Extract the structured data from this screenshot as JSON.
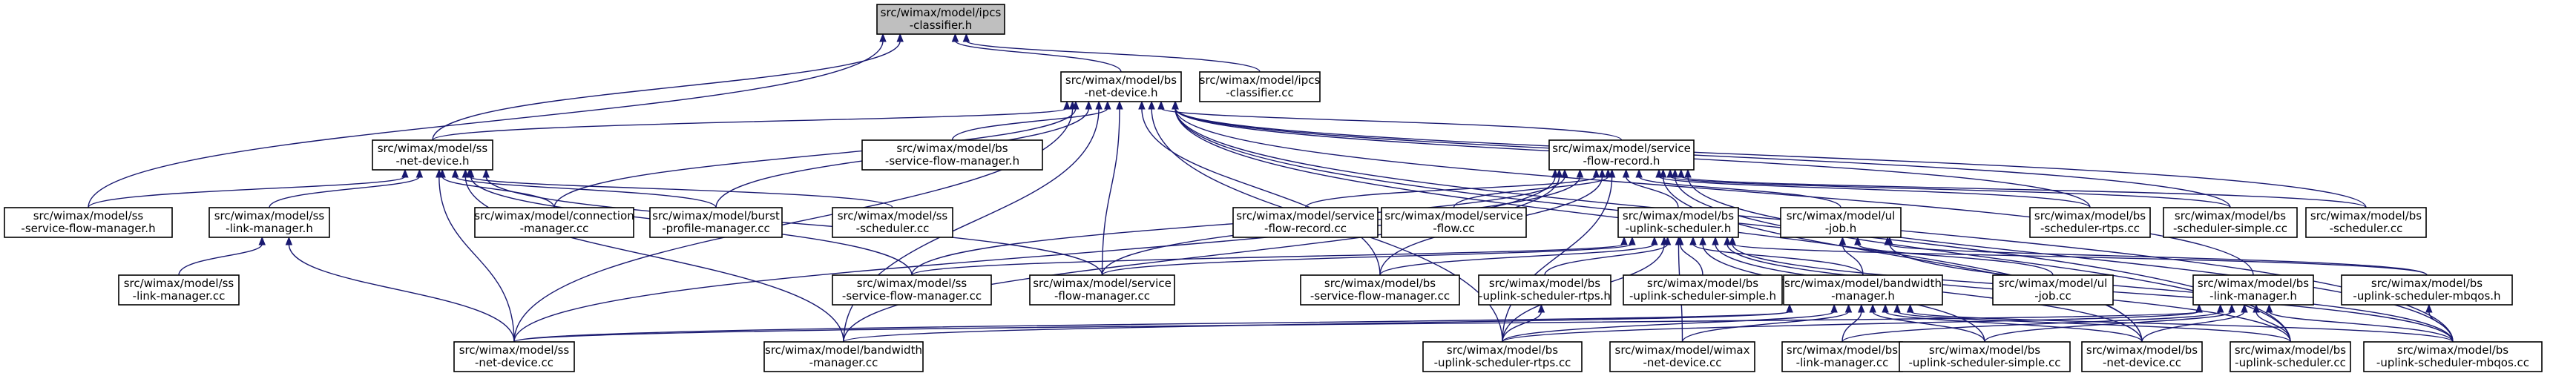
{
  "nodes": [
    {
      "id": "ipcs_h",
      "lines": [
        "src/wimax/model/ipcs",
        "-classifier.h"
      ],
      "root": true
    },
    {
      "id": "bs_net_device_h",
      "lines": [
        "src/wimax/model/bs",
        "-net-device.h"
      ]
    },
    {
      "id": "ipcs_cc",
      "lines": [
        "src/wimax/model/ipcs",
        "-classifier.cc"
      ]
    },
    {
      "id": "ss_net_device_h",
      "lines": [
        "src/wimax/model/ss",
        "-net-device.h"
      ]
    },
    {
      "id": "bs_sfm_h",
      "lines": [
        "src/wimax/model/bs",
        "-service-flow-manager.h"
      ]
    },
    {
      "id": "sf_record_h",
      "lines": [
        "src/wimax/model/service",
        "-flow-record.h"
      ]
    },
    {
      "id": "ss_sfm_h",
      "lines": [
        "src/wimax/model/ss",
        "-service-flow-manager.h"
      ]
    },
    {
      "id": "ss_link_manager_h",
      "lines": [
        "src/wimax/model/ss",
        "-link-manager.h"
      ]
    },
    {
      "id": "connection_manager_cc",
      "lines": [
        "src/wimax/model/connection",
        "-manager.cc"
      ]
    },
    {
      "id": "burst_profile_manager_cc",
      "lines": [
        "src/wimax/model/burst",
        "-profile-manager.cc"
      ]
    },
    {
      "id": "ss_scheduler_cc",
      "lines": [
        "src/wimax/model/ss",
        "-scheduler.cc"
      ]
    },
    {
      "id": "sf_record_cc",
      "lines": [
        "src/wimax/model/service",
        "-flow-record.cc"
      ]
    },
    {
      "id": "sf_cc",
      "lines": [
        "src/wimax/model/service",
        "-flow.cc"
      ]
    },
    {
      "id": "bs_uplink_scheduler_h",
      "lines": [
        "src/wimax/model/bs",
        "-uplink-scheduler.h"
      ]
    },
    {
      "id": "ul_job_h",
      "lines": [
        "src/wimax/model/ul",
        "-job.h"
      ]
    },
    {
      "id": "bs_scheduler_rtps_cc",
      "lines": [
        "src/wimax/model/bs",
        "-scheduler-rtps.cc"
      ]
    },
    {
      "id": "bs_scheduler_simple_cc",
      "lines": [
        "src/wimax/model/bs",
        "-scheduler-simple.cc"
      ]
    },
    {
      "id": "bs_scheduler_cc",
      "lines": [
        "src/wimax/model/bs",
        "-scheduler.cc"
      ]
    },
    {
      "id": "ss_link_manager_cc",
      "lines": [
        "src/wimax/model/ss",
        "-link-manager.cc"
      ]
    },
    {
      "id": "ss_sfm_cc",
      "lines": [
        "src/wimax/model/ss",
        "-service-flow-manager.cc"
      ]
    },
    {
      "id": "sfm_cc",
      "lines": [
        "src/wimax/model/service",
        "-flow-manager.cc"
      ]
    },
    {
      "id": "bs_sfm_cc",
      "lines": [
        "src/wimax/model/bs",
        "-service-flow-manager.cc"
      ]
    },
    {
      "id": "bs_ul_rtps_h",
      "lines": [
        "src/wimax/model/bs",
        "-uplink-scheduler-rtps.h"
      ]
    },
    {
      "id": "bs_ul_simple_h",
      "lines": [
        "src/wimax/model/bs",
        "-uplink-scheduler-simple.h"
      ]
    },
    {
      "id": "bandwidth_manager_h",
      "lines": [
        "src/wimax/model/bandwidth",
        "-manager.h"
      ]
    },
    {
      "id": "ul_job_cc",
      "lines": [
        "src/wimax/model/ul",
        "-job.cc"
      ]
    },
    {
      "id": "bs_link_manager_h",
      "lines": [
        "src/wimax/model/bs",
        "-link-manager.h"
      ]
    },
    {
      "id": "bs_ul_mbqos_h",
      "lines": [
        "src/wimax/model/bs",
        "-uplink-scheduler-mbqos.h"
      ]
    },
    {
      "id": "ss_net_device_cc",
      "lines": [
        "src/wimax/model/ss",
        "-net-device.cc"
      ]
    },
    {
      "id": "bandwidth_manager_cc",
      "lines": [
        "src/wimax/model/bandwidth",
        "-manager.cc"
      ]
    },
    {
      "id": "bs_ul_rtps_cc",
      "lines": [
        "src/wimax/model/bs",
        "-uplink-scheduler-rtps.cc"
      ]
    },
    {
      "id": "wimax_net_device_cc",
      "lines": [
        "src/wimax/model/wimax",
        "-net-device.cc"
      ]
    },
    {
      "id": "bs_link_manager_cc",
      "lines": [
        "src/wimax/model/bs",
        "-link-manager.cc"
      ]
    },
    {
      "id": "bs_ul_simple_cc",
      "lines": [
        "src/wimax/model/bs",
        "-uplink-scheduler-simple.cc"
      ]
    },
    {
      "id": "bs_net_device_cc",
      "lines": [
        "src/wimax/model/bs",
        "-net-device.cc"
      ]
    },
    {
      "id": "bs_ul_scheduler_cc",
      "lines": [
        "src/wimax/model/bs",
        "-uplink-scheduler.cc"
      ]
    },
    {
      "id": "bs_ul_mbqos_cc",
      "lines": [
        "src/wimax/model/bs",
        "-uplink-scheduler-mbqos.cc"
      ]
    }
  ],
  "edges": [
    [
      "bs_net_device_h",
      "ipcs_h"
    ],
    [
      "ipcs_cc",
      "ipcs_h"
    ],
    [
      "ss_net_device_h",
      "ipcs_h"
    ],
    [
      "ss_sfm_h",
      "ipcs_h"
    ],
    [
      "ss_net_device_h",
      "bs_net_device_h"
    ],
    [
      "bs_sfm_h",
      "bs_net_device_h"
    ],
    [
      "sf_record_h",
      "bs_net_device_h"
    ],
    [
      "connection_manager_cc",
      "bs_net_device_h"
    ],
    [
      "burst_profile_manager_cc",
      "bs_net_device_h"
    ],
    [
      "bs_scheduler_rtps_cc",
      "bs_net_device_h"
    ],
    [
      "bs_scheduler_simple_cc",
      "bs_net_device_h"
    ],
    [
      "bs_scheduler_cc",
      "bs_net_device_h"
    ],
    [
      "bs_sfm_cc",
      "bs_net_device_h"
    ],
    [
      "sfm_cc",
      "bs_net_device_h"
    ],
    [
      "bs_link_manager_h",
      "bs_net_device_h"
    ],
    [
      "bs_net_device_cc",
      "bs_net_device_h"
    ],
    [
      "bs_ul_scheduler_cc",
      "bs_net_device_h"
    ],
    [
      "bs_ul_mbqos_cc",
      "bs_net_device_h"
    ],
    [
      "bs_ul_rtps_cc",
      "bs_net_device_h"
    ],
    [
      "ss_net_device_cc",
      "bs_net_device_h"
    ],
    [
      "bandwidth_manager_cc",
      "bs_net_device_h"
    ],
    [
      "ss_sfm_h",
      "ss_net_device_h"
    ],
    [
      "ss_link_manager_h",
      "ss_net_device_h"
    ],
    [
      "connection_manager_cc",
      "ss_net_device_h"
    ],
    [
      "burst_profile_manager_cc",
      "ss_net_device_h"
    ],
    [
      "ss_scheduler_cc",
      "ss_net_device_h"
    ],
    [
      "ss_sfm_cc",
      "ss_net_device_h"
    ],
    [
      "sfm_cc",
      "ss_net_device_h"
    ],
    [
      "ss_net_device_cc",
      "ss_net_device_h"
    ],
    [
      "bandwidth_manager_cc",
      "ss_net_device_h"
    ],
    [
      "ss_link_manager_cc",
      "ss_link_manager_h"
    ],
    [
      "ss_net_device_cc",
      "ss_link_manager_h"
    ],
    [
      "sf_record_cc",
      "sf_record_h"
    ],
    [
      "sf_cc",
      "sf_record_h"
    ],
    [
      "bs_uplink_scheduler_h",
      "sf_record_h"
    ],
    [
      "ul_job_h",
      "sf_record_h"
    ],
    [
      "bs_scheduler_rtps_cc",
      "sf_record_h"
    ],
    [
      "bs_scheduler_simple_cc",
      "sf_record_h"
    ],
    [
      "bs_scheduler_cc",
      "sf_record_h"
    ],
    [
      "ss_sfm_cc",
      "sf_record_h"
    ],
    [
      "sfm_cc",
      "sf_record_h"
    ],
    [
      "bs_sfm_cc",
      "sf_record_h"
    ],
    [
      "bs_ul_rtps_cc",
      "sf_record_h"
    ],
    [
      "bs_ul_mbqos_cc",
      "sf_record_h"
    ],
    [
      "bs_net_device_cc",
      "sf_record_h"
    ],
    [
      "bs_ul_scheduler_cc",
      "sf_record_h"
    ],
    [
      "bandwidth_manager_cc",
      "sf_record_h"
    ],
    [
      "ss_net_device_cc",
      "sf_record_h"
    ],
    [
      "bs_ul_rtps_h",
      "bs_uplink_scheduler_h"
    ],
    [
      "bs_ul_simple_h",
      "bs_uplink_scheduler_h"
    ],
    [
      "bandwidth_manager_h",
      "bs_uplink_scheduler_h"
    ],
    [
      "bs_ul_mbqos_h",
      "bs_uplink_scheduler_h"
    ],
    [
      "ss_sfm_cc",
      "bs_uplink_scheduler_h"
    ],
    [
      "sfm_cc",
      "bs_uplink_scheduler_h"
    ],
    [
      "bs_sfm_cc",
      "bs_uplink_scheduler_h"
    ],
    [
      "bs_ul_rtps_cc",
      "bs_uplink_scheduler_h"
    ],
    [
      "wimax_net_device_cc",
      "bs_uplink_scheduler_h"
    ],
    [
      "bs_ul_simple_cc",
      "bs_uplink_scheduler_h"
    ],
    [
      "bs_net_device_cc",
      "bs_uplink_scheduler_h"
    ],
    [
      "bs_ul_scheduler_cc",
      "bs_uplink_scheduler_h"
    ],
    [
      "bs_ul_mbqos_cc",
      "bs_uplink_scheduler_h"
    ],
    [
      "bs_ul_rtps_cc",
      "bs_ul_rtps_h"
    ],
    [
      "ul_job_cc",
      "ul_job_h"
    ],
    [
      "bandwidth_manager_h",
      "ul_job_h"
    ],
    [
      "bs_ul_mbqos_h",
      "ul_job_h"
    ],
    [
      "bs_ul_mbqos_cc",
      "ul_job_h"
    ],
    [
      "ss_net_device_cc",
      "bandwidth_manager_h"
    ],
    [
      "bandwidth_manager_cc",
      "bandwidth_manager_h"
    ],
    [
      "bs_ul_rtps_cc",
      "bandwidth_manager_h"
    ],
    [
      "wimax_net_device_cc",
      "bandwidth_manager_h"
    ],
    [
      "bs_link_manager_cc",
      "bandwidth_manager_h"
    ],
    [
      "bs_ul_simple_cc",
      "bandwidth_manager_h"
    ],
    [
      "bs_net_device_cc",
      "bandwidth_manager_h"
    ],
    [
      "bs_ul_scheduler_cc",
      "bandwidth_manager_h"
    ],
    [
      "bs_ul_mbqos_cc",
      "bandwidth_manager_h"
    ],
    [
      "ss_net_device_cc",
      "bs_link_manager_h"
    ],
    [
      "bs_ul_rtps_cc",
      "bs_link_manager_h"
    ],
    [
      "bs_link_manager_cc",
      "bs_link_manager_h"
    ],
    [
      "bs_ul_simple_cc",
      "bs_link_manager_h"
    ],
    [
      "bs_net_device_cc",
      "bs_link_manager_h"
    ],
    [
      "bs_ul_scheduler_cc",
      "bs_link_manager_h"
    ],
    [
      "bs_ul_mbqos_cc",
      "bs_link_manager_h"
    ],
    [
      "bs_ul_mbqos_cc",
      "bs_ul_mbqos_h"
    ]
  ]
}
